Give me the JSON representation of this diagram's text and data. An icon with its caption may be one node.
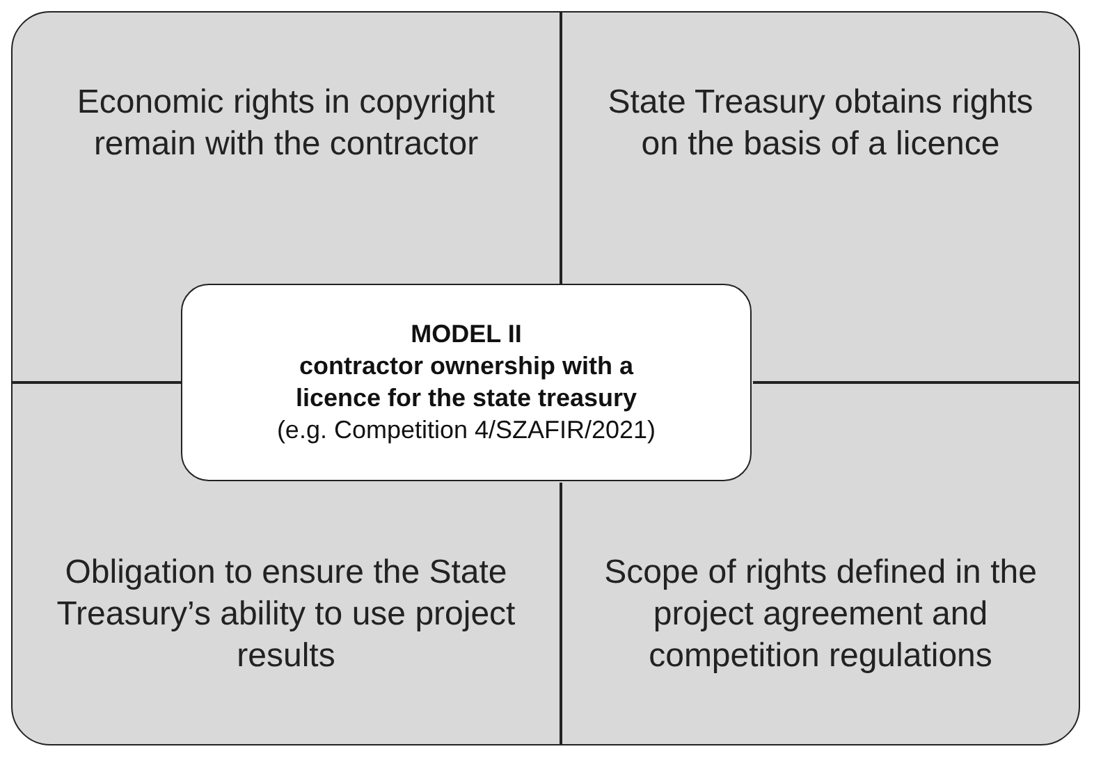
{
  "diagram": {
    "nodes": [
      {
        "text": [
          "Economic rights in copyright remain with the contractor"
        ]
      },
      {
        "text": [
          "State Treasury obtains rights on the basis of a licence"
        ]
      },
      {
        "text": [
          "Obligation to ensure the State Treasury’s ability to use project results"
        ]
      },
      {
        "text": [
          "Scope of rights defined in the project agreement and competition regulations"
        ]
      },
      {
        "text": [
          "MODEL II",
          "contractor ownership with a licence for the state treasury",
          "(e.g. Competition 4/SZAFIR/2021)"
        ]
      }
    ]
  }
}
